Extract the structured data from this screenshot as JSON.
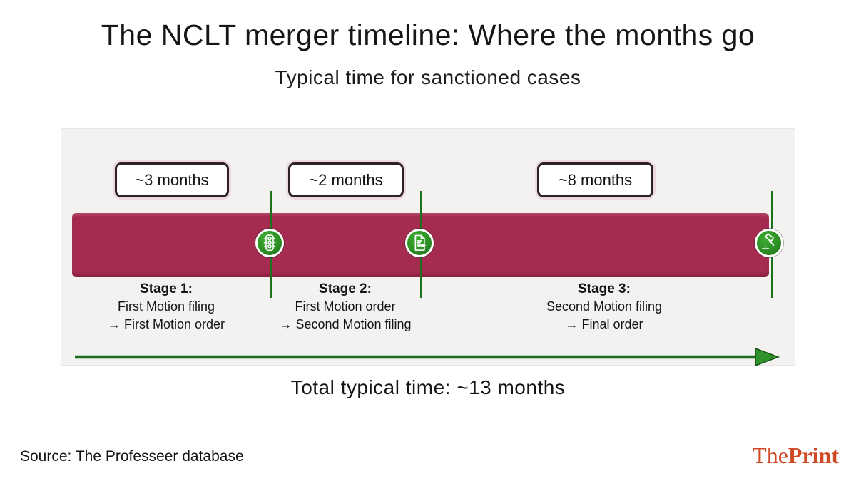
{
  "header": {
    "title": "The NCLT merger timeline: Where the months go",
    "subtitle": "Typical time for sanctioned cases"
  },
  "timeline": {
    "durations": [
      {
        "label": "~3 months"
      },
      {
        "label": "~2 months"
      },
      {
        "label": "~8 months"
      }
    ],
    "stages": [
      {
        "title": "Stage 1:",
        "from": "First Motion filing",
        "to": "→ First Motion order",
        "icon": "traffic-light-icon"
      },
      {
        "title": "Stage 2:",
        "from": "First Motion order",
        "to": "→ Second Motion filing",
        "icon": "document-arrow-icon"
      },
      {
        "title": "Stage 3:",
        "from": "Second Motion filing",
        "to": "→ Final order",
        "icon": "gavel-icon"
      }
    ],
    "total_label": "Total typical time: ~13 months"
  },
  "footer": {
    "source": "Source: The Professeer database",
    "logo_the": "The",
    "logo_print": "Print"
  },
  "colors": {
    "bar_crimson": "#a52b51",
    "node_green": "#2a8c22",
    "line_green": "#1d701d",
    "panel_bg": "#f3f2f1",
    "logo_orange": "#d04a26"
  },
  "chart_data": {
    "type": "bar",
    "title": "The NCLT merger timeline: Where the months go",
    "subtitle": "Typical time for sanctioned cases",
    "categories": [
      "Stage 1: First Motion filing → First Motion order",
      "Stage 2: First Motion order → Second Motion filing",
      "Stage 3: Second Motion filing → Final order"
    ],
    "values": [
      3,
      2,
      8
    ],
    "value_labels": [
      "~3 months",
      "~2 months",
      "~8 months"
    ],
    "units": "months",
    "total": 13,
    "total_label": "Total typical time: ~13 months",
    "xlabel": "",
    "ylabel": "",
    "layout": "horizontal-timeline",
    "source": "Source: The Professeer database"
  }
}
